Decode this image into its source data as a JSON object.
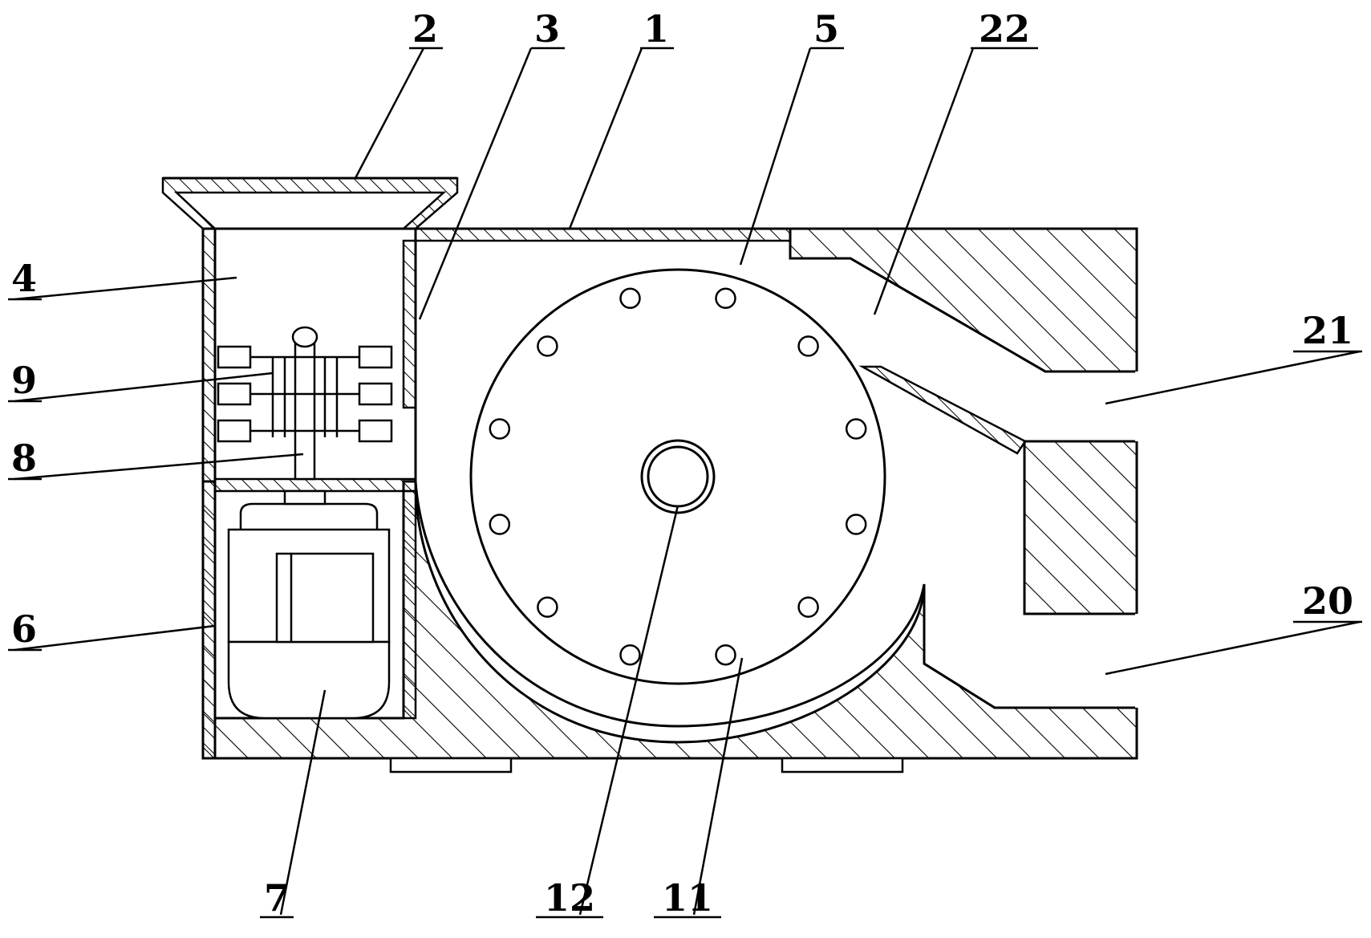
{
  "figure": {
    "labels": {
      "l1": "1",
      "l2": "2",
      "l3": "3",
      "l4": "4",
      "l5": "5",
      "l6": "6",
      "l7": "7",
      "l8": "8",
      "l9": "9",
      "l11": "11",
      "l12": "12",
      "l20": "20",
      "l21": "21",
      "l22": "22"
    },
    "colors": {
      "stroke": "#000000",
      "background": "#ffffff"
    },
    "rotor_hole_count": 12
  }
}
